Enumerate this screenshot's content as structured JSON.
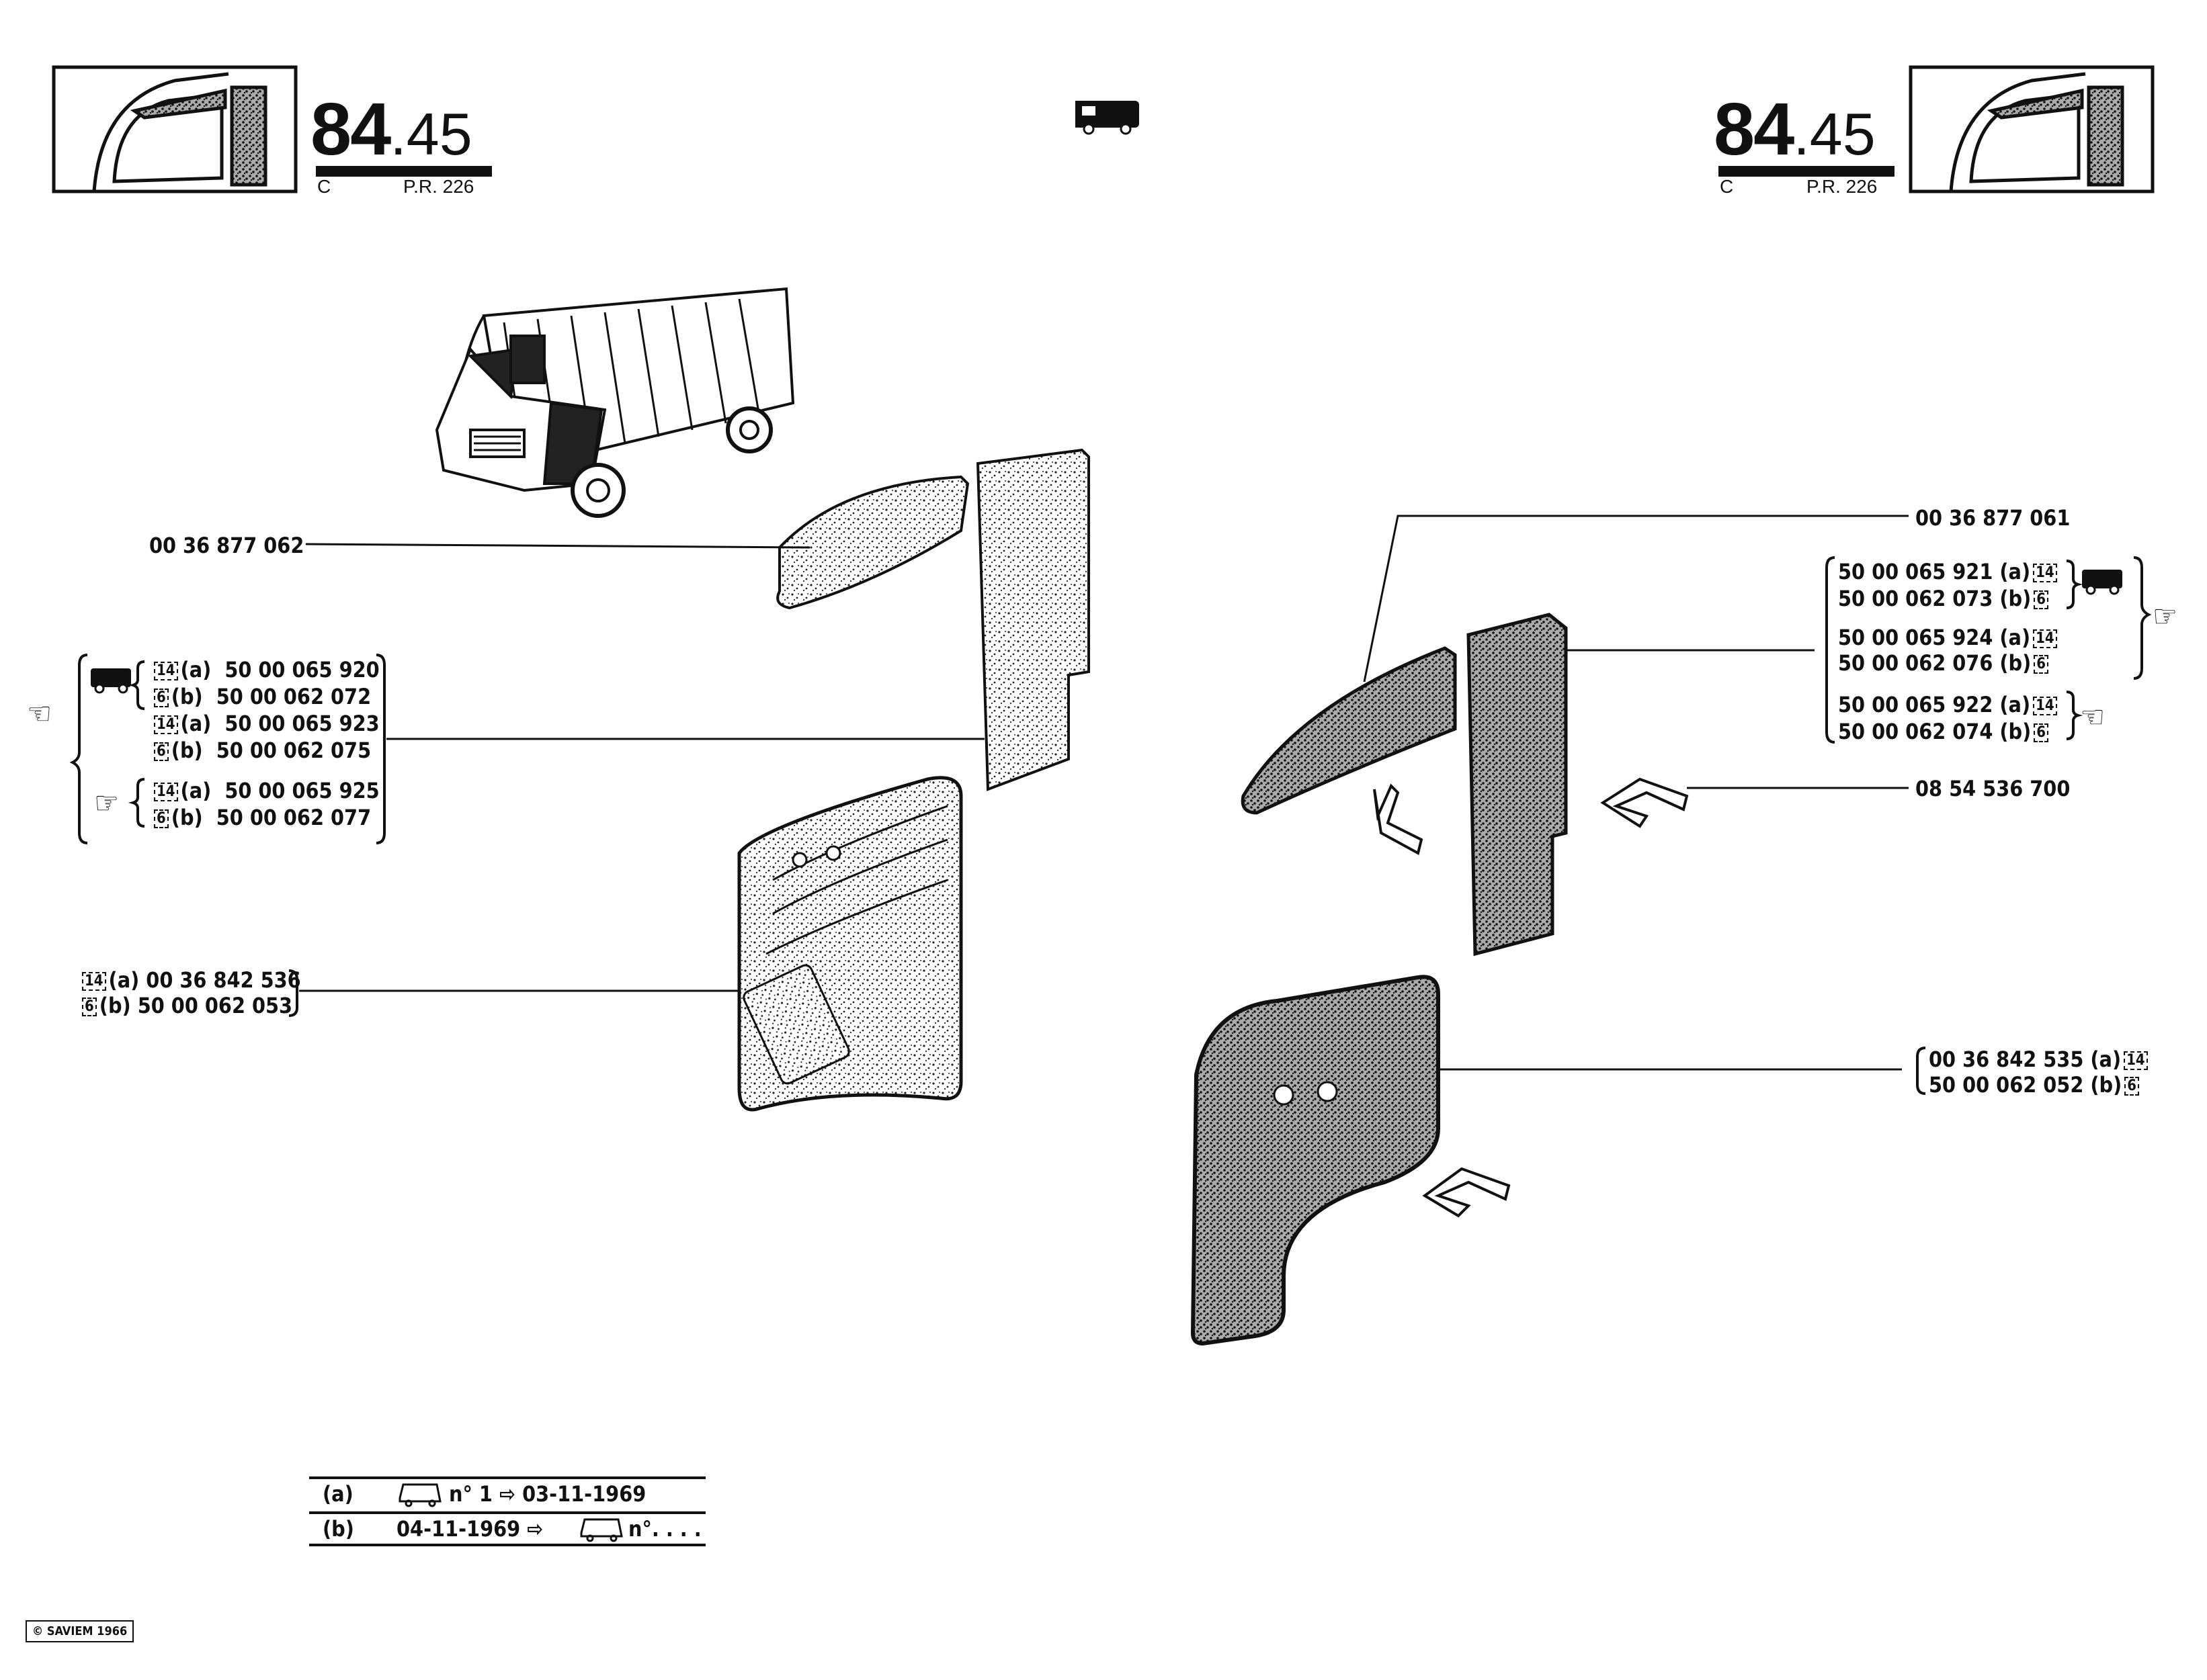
{
  "header_left": {
    "num": "84",
    "sub": ".45",
    "series": "C",
    "ref": "P.R. 226"
  },
  "header_right": {
    "num": "84",
    "sub": ".45",
    "series": "C",
    "ref": "P.R. 226"
  },
  "icons": {
    "van": "van-icon",
    "hand_left": "pointing-hand-left-icon",
    "hand_right": "pointing-hand-right-icon",
    "cab": "cab-door-icon"
  },
  "left_parts": {
    "upper_trim": "00 36 877 062",
    "panel_group": [
      {
        "tag": "14",
        "var": "(a)",
        "ref": "50 00 065 920"
      },
      {
        "tag": "6",
        "var": "(b)",
        "ref": "50 00 062 072"
      },
      {
        "tag": "14",
        "var": "(a)",
        "ref": "50 00 065 923"
      },
      {
        "tag": "6",
        "var": "(b)",
        "ref": "50 00 062 075"
      },
      {
        "tag": "14",
        "var": "(a)",
        "ref": "50 00 065 925"
      },
      {
        "tag": "6",
        "var": "(b)",
        "ref": "50 00 062 077"
      }
    ],
    "door_trim": [
      {
        "tag": "14",
        "var": "(a)",
        "ref": "00 36 842 536"
      },
      {
        "tag": "6",
        "var": "(b)",
        "ref": "50 00 062 053"
      }
    ]
  },
  "right_parts": {
    "upper_trim": "00 36 877 061",
    "panel_group": [
      {
        "ref": "50 00 065 921",
        "var": "(a)",
        "tag": "14"
      },
      {
        "ref": "50 00 062 073",
        "var": "(b)",
        "tag": "6"
      },
      {
        "ref": "50 00 065 924",
        "var": "(a)",
        "tag": "14"
      },
      {
        "ref": "50 00 062 076",
        "var": "(b)",
        "tag": "6"
      },
      {
        "ref": "50 00 065 922",
        "var": "(a)",
        "tag": "14"
      },
      {
        "ref": "50 00 062 074",
        "var": "(b)",
        "tag": "6"
      }
    ],
    "clip": "08 54 536 700",
    "door_trim": [
      {
        "ref": "00 36 842 535",
        "var": "(a)",
        "tag": "14"
      },
      {
        "ref": "50 00 062 052",
        "var": "(b)",
        "tag": "6"
      }
    ]
  },
  "legend_table": [
    {
      "key": "(a)",
      "text": "n° 1 ⇨ 03-11-1969"
    },
    {
      "key": "(b)",
      "text": "04-11-1969 ⇨",
      "suffix": "n°. . . ."
    }
  ],
  "copyright": "© SAVIEM 1966",
  "colors": {
    "ink": "#111111",
    "paper": "#ffffff"
  }
}
